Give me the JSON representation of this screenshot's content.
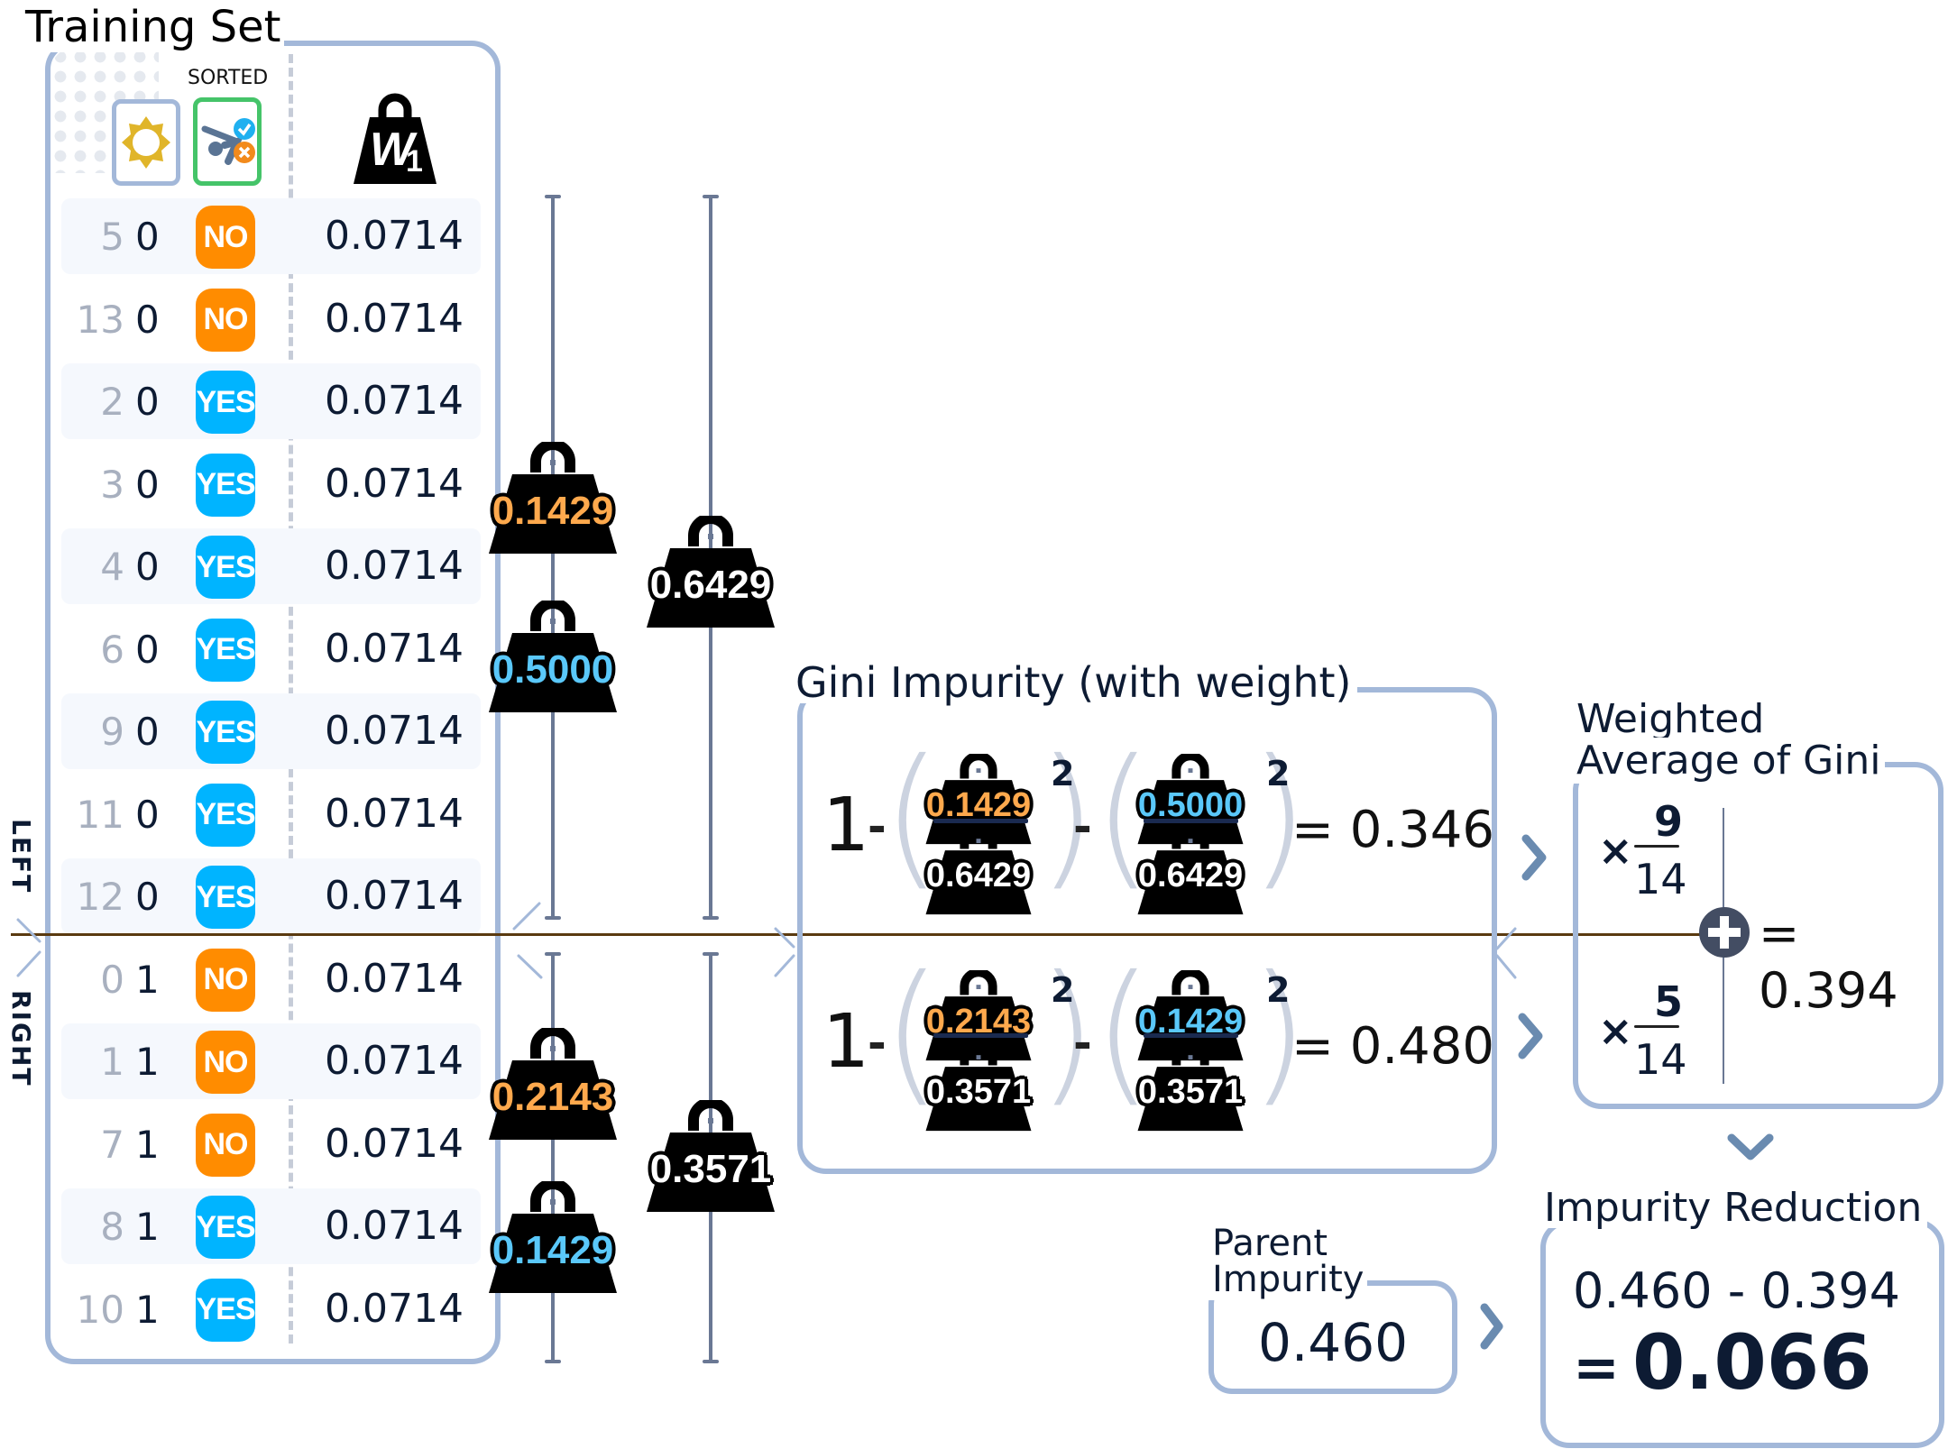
{
  "training_set": {
    "title": "Training Set",
    "sorted_label": "SORTED",
    "feature_icon": "sun-icon",
    "target_icon": "golf-yes-no-icon",
    "weight_header_icon": "weight-w1-icon",
    "weight_header_text": "W",
    "weight_header_sub": "1",
    "rows": [
      {
        "index": "5",
        "value": "0",
        "label": "NO",
        "weight": "0.0714"
      },
      {
        "index": "13",
        "value": "0",
        "label": "NO",
        "weight": "0.0714"
      },
      {
        "index": "2",
        "value": "0",
        "label": "YES",
        "weight": "0.0714"
      },
      {
        "index": "3",
        "value": "0",
        "label": "YES",
        "weight": "0.0714"
      },
      {
        "index": "4",
        "value": "0",
        "label": "YES",
        "weight": "0.0714"
      },
      {
        "index": "6",
        "value": "0",
        "label": "YES",
        "weight": "0.0714"
      },
      {
        "index": "9",
        "value": "0",
        "label": "YES",
        "weight": "0.0714"
      },
      {
        "index": "11",
        "value": "0",
        "label": "YES",
        "weight": "0.0714"
      },
      {
        "index": "12",
        "value": "0",
        "label": "YES",
        "weight": "0.0714"
      },
      {
        "index": "0",
        "value": "1",
        "label": "NO",
        "weight": "0.0714"
      },
      {
        "index": "1",
        "value": "1",
        "label": "NO",
        "weight": "0.0714"
      },
      {
        "index": "7",
        "value": "1",
        "label": "NO",
        "weight": "0.0714"
      },
      {
        "index": "8",
        "value": "1",
        "label": "YES",
        "weight": "0.0714"
      },
      {
        "index": "10",
        "value": "1",
        "label": "YES",
        "weight": "0.0714"
      }
    ]
  },
  "split": {
    "left_label": "LEFT",
    "right_label": "RIGHT"
  },
  "weights": {
    "left": {
      "no": "0.1429",
      "yes": "0.5000",
      "total": "0.6429"
    },
    "right": {
      "no": "0.2143",
      "yes": "0.1429",
      "total": "0.3571"
    }
  },
  "gini": {
    "title": "Gini Impurity (with weight)",
    "one": "1",
    "minus": "-",
    "exponent": "2",
    "left": {
      "num1": "0.1429",
      "den1": "0.6429",
      "num2": "0.5000",
      "den2": "0.6429",
      "result": "= 0.346"
    },
    "right": {
      "num1": "0.2143",
      "den1": "0.3571",
      "num2": "0.1429",
      "den2": "0.3571",
      "result": "= 0.480"
    }
  },
  "weighted_average": {
    "title_line1": "Weighted",
    "title_line2": "Average of Gini",
    "times": "×",
    "left_fraction": {
      "num": "9",
      "den": "14"
    },
    "right_fraction": {
      "num": "5",
      "den": "14"
    },
    "plus_icon": "plus-circle-icon",
    "result": "= 0.394"
  },
  "parent_impurity": {
    "title_line1": "Parent",
    "title_line2": "Impurity",
    "value": "0.460"
  },
  "impurity_reduction": {
    "title": "Impurity Reduction",
    "expression": "0.460 - 0.394",
    "equals": "=",
    "result": "0.066"
  },
  "colors": {
    "no": "#ff8c00",
    "yes": "#00b4ff",
    "box_border": "#a3b8d9",
    "divider": "#5a3a10",
    "weight_no": "#ffa94d",
    "weight_yes": "#5ac8fa"
  }
}
